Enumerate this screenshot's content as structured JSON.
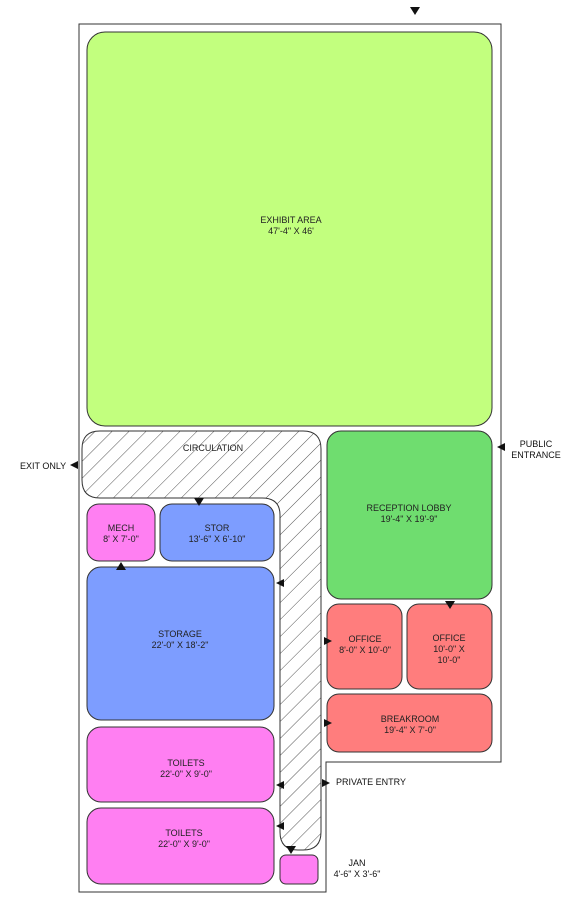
{
  "rooms": {
    "exhibit": {
      "name": "EXHIBIT AREA",
      "dim": "47'-4\" X 46'",
      "color": "#c2ff7e"
    },
    "circulation": {
      "name": "CIRCULATION"
    },
    "reception": {
      "name": "RECEPTION LOBBY",
      "dim": "19'-4\" X 19'-9\"",
      "color": "#6fdd6f"
    },
    "mech": {
      "name": "MECH",
      "dim": "8' X 7'-0\"",
      "color": "#ff7ff2"
    },
    "stor": {
      "name": "STOR",
      "dim": "13'-6\" X 6'-10\"",
      "color": "#7d9dff"
    },
    "storage": {
      "name": "STORAGE",
      "dim": "22'-0\" X 18'-2\"",
      "color": "#7d9dff"
    },
    "office1": {
      "name": "OFFICE",
      "dim": "8'-0\" X 10'-0\"",
      "color": "#ff7d7d"
    },
    "office2": {
      "name": "OFFICE",
      "dim1": "10'-0\" X",
      "dim2": "10'-0\"",
      "color": "#ff7d7d"
    },
    "breakroom": {
      "name": "BREAKROOM",
      "dim": "19'-4\" X 7'-0\"",
      "color": "#ff7d7d"
    },
    "toilets1": {
      "name": "TOILETS",
      "dim": "22'-0\" X 9'-0\"",
      "color": "#ff7ff2"
    },
    "toilets2": {
      "name": "TOILETS",
      "dim": "22'-0\" X 9'-0\"",
      "color": "#ff7ff2"
    },
    "jan": {
      "name": "JAN",
      "dim": "4'-6\" X 3'-6\"",
      "color": "#ff7ff2"
    }
  },
  "labels": {
    "exit_only": "EXIT ONLY",
    "public_entrance_1": "PUBLIC",
    "public_entrance_2": "ENTRANCE",
    "private_entry": "PRIVATE ENTRY"
  }
}
